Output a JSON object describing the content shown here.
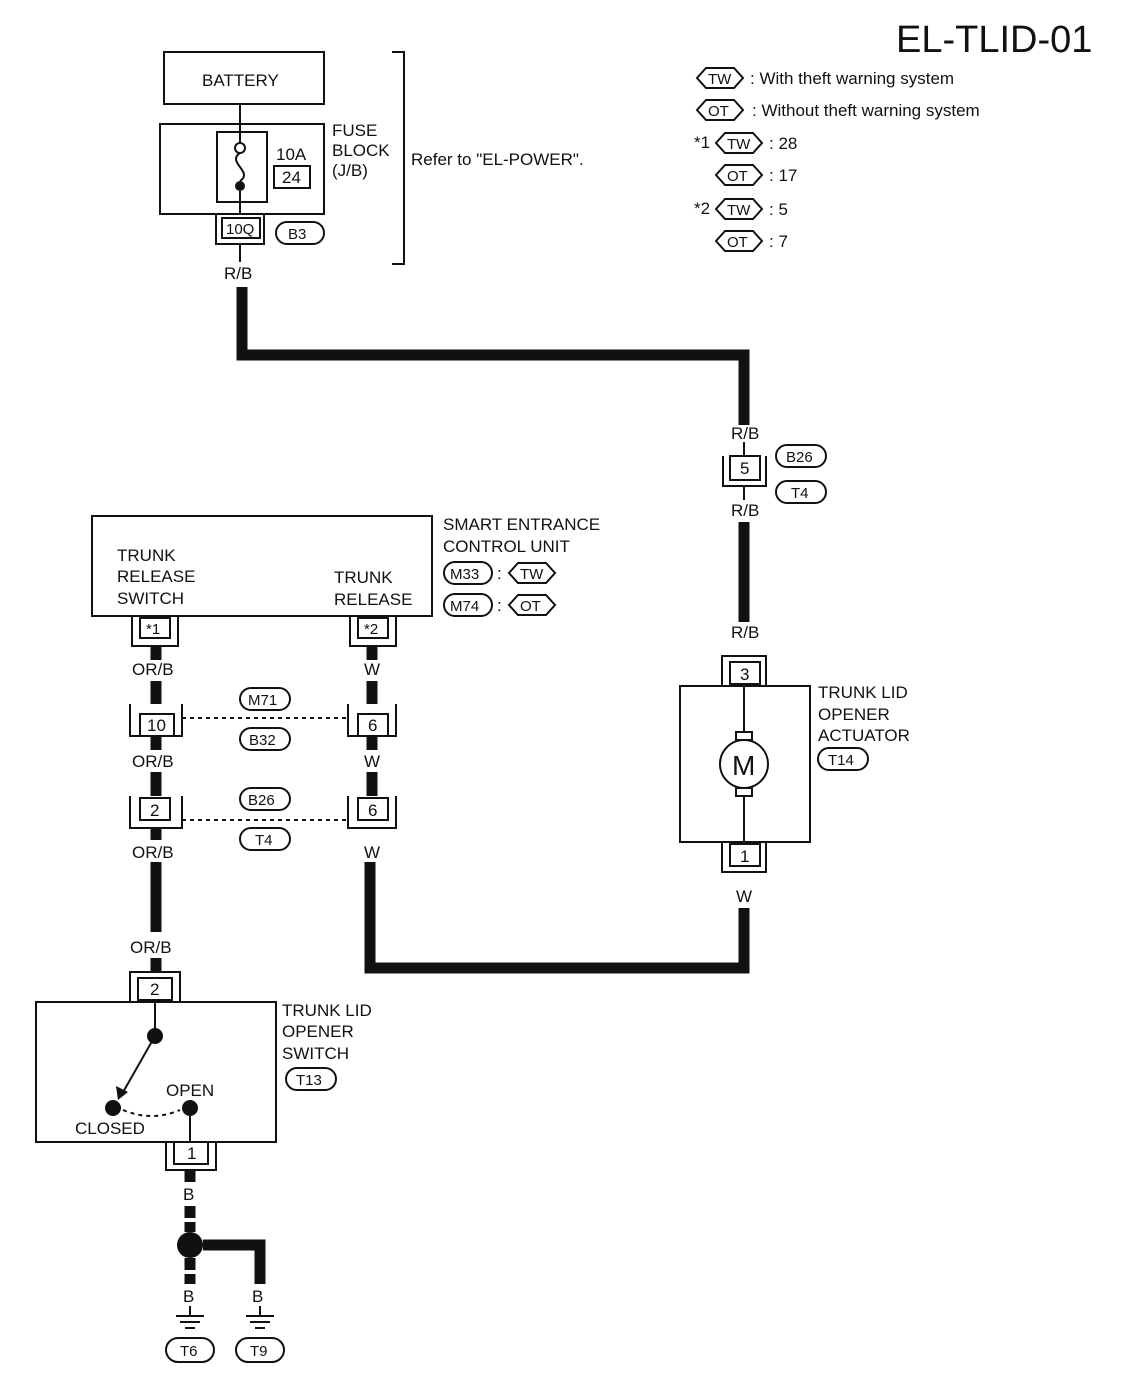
{
  "title": "EL-TLID-01",
  "legend": {
    "tw_tag": "TW",
    "ot_tag": "OT",
    "tw_text": ": With theft warning system",
    "ot_text": ": Without theft warning system",
    "note1_mark": "*1",
    "note1_tw_val": ": 28",
    "note1_ot_val": ": 17",
    "note2_mark": "*2",
    "note2_tw_val": ": 5",
    "note2_ot_val": ": 7"
  },
  "battery": {
    "label": "BATTERY"
  },
  "fuse_block": {
    "line1": "FUSE",
    "line2": "BLOCK",
    "line3": "(J/B)",
    "amp": "10A",
    "fuse_no": "24",
    "terminal": "10Q",
    "connector": "B3",
    "refer_text": "Refer to \"EL-POWER\"."
  },
  "wire_colors": {
    "rb": "R/B",
    "orb": "OR/B",
    "w": "W",
    "b": "B"
  },
  "joint_b26_t4_top": {
    "pin": "5",
    "conn1": "B26",
    "conn2": "T4"
  },
  "smart_entrance": {
    "name_line1": "SMART ENTRANCE",
    "name_line2": "CONTROL UNIT",
    "conn_tw": "M33",
    "conn_ot": "M74",
    "sep": ":",
    "left_line1": "TRUNK",
    "left_line2": "RELEASE",
    "left_line3": "SWITCH",
    "right_line1": "TRUNK",
    "right_line2": "RELEASE",
    "pin_left": "*1",
    "pin_right": "*2"
  },
  "joint_m71_b32": {
    "pin_left": "10",
    "pin_right": "6",
    "conn1": "M71",
    "conn2": "B32"
  },
  "joint_b26_t4_mid": {
    "pin_left": "2",
    "pin_right": "6",
    "conn1": "B26",
    "conn2": "T4"
  },
  "actuator": {
    "line1": "TRUNK LID",
    "line2": "OPENER",
    "line3": "ACTUATOR",
    "connector": "T14",
    "motor": "M",
    "pin_top": "3",
    "pin_bottom": "1"
  },
  "opener_switch": {
    "line1": "TRUNK LID",
    "line2": "OPENER",
    "line3": "SWITCH",
    "connector": "T13",
    "open_label": "OPEN",
    "closed_label": "CLOSED",
    "pin_top": "2",
    "pin_bottom": "1"
  },
  "grounds": {
    "left": "T6",
    "right": "T9"
  }
}
